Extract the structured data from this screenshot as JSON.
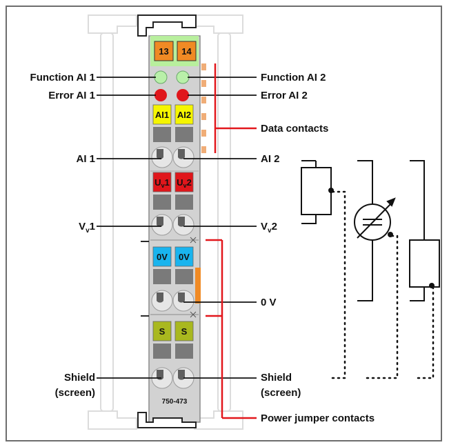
{
  "colors": {
    "frame": "#6d6d6d",
    "housing": "#d2d2d2",
    "rail": "#e6e6e6",
    "led_green": "#b8f0a8",
    "led_red": "#e0161b",
    "orange": "#f08a24",
    "yellow": "#f5f500",
    "red_tab": "#e0161b",
    "blue_tab": "#19b4ee",
    "olive_tab": "#a9b81f",
    "contact_tab": "#f0ad77",
    "accent_red": "#e2161b"
  },
  "module": {
    "terminal_labels": [
      "13",
      "14"
    ],
    "part_number": "750-473"
  },
  "slots": {
    "ai": [
      "AI1",
      "AI2"
    ],
    "uv": [
      {
        "main": "U",
        "sub": "v",
        "num": "1"
      },
      {
        "main": "U",
        "sub": "v",
        "num": "2"
      }
    ],
    "ov": [
      "0V",
      "0V"
    ],
    "s": [
      "S",
      "S"
    ]
  },
  "labels": {
    "function_ai1": "Function AI 1",
    "function_ai2": "Function AI 2",
    "error_ai1": "Error AI 1",
    "error_ai2": "Error AI 2",
    "data_contacts": "Data contacts",
    "ai1": "AI 1",
    "ai2": "AI 2",
    "vv1": {
      "main": "V",
      "sub": "v",
      "num": "1"
    },
    "vv2": {
      "main": "V",
      "sub": "v",
      "num": "2"
    },
    "ov_right": "0 V",
    "shield_left": [
      "Shield",
      "(screen)"
    ],
    "shield_right": [
      "Shield",
      "(screen)"
    ],
    "power_jumper": "Power jumper contacts"
  }
}
